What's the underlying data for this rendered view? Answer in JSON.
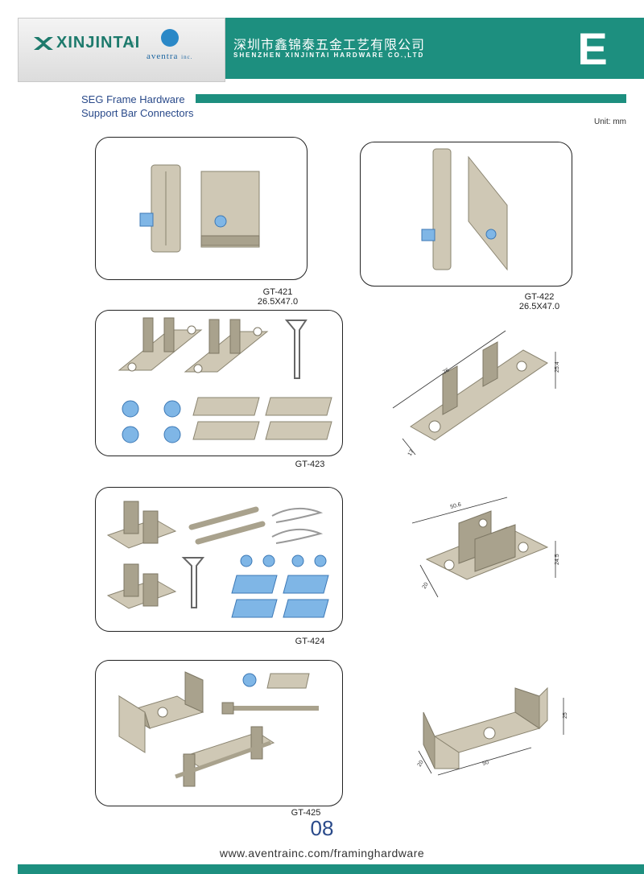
{
  "header": {
    "brand_name": "XINJINTAI",
    "registered_mark": "®",
    "partner_brand": "aventra",
    "partner_suffix": "inc.",
    "company_cn": "深圳市鑫锦泰五金工艺有限公司",
    "company_en": "SHENZHEN XINJINTAI HARDWARE CO.,LTD",
    "section_letter": "E",
    "colors": {
      "teal": "#1d8f7f",
      "title_blue": "#2a4a8a"
    }
  },
  "section": {
    "title_line1": "SEG Frame Hardware",
    "title_line2": "Support Bar Connectors",
    "unit": "Unit: mm"
  },
  "products": [
    {
      "code": "GT-421",
      "size": "26.5X47.0"
    },
    {
      "code": "GT-422",
      "size": "26.5X47.0"
    },
    {
      "code": "GT-423",
      "dimensions": [
        "76",
        "25.4",
        "17"
      ]
    },
    {
      "code": "GT-424",
      "dimensions": [
        "50.6",
        "24.5",
        "20"
      ]
    },
    {
      "code": "GT-425",
      "dimensions": [
        "25",
        "20",
        "50"
      ]
    }
  ],
  "footer": {
    "page_number": "08",
    "url": "www.aventrainc.com/framinghardware"
  },
  "icons": [
    "xinjintai-logo-icon",
    "aventra-logo-icon"
  ]
}
